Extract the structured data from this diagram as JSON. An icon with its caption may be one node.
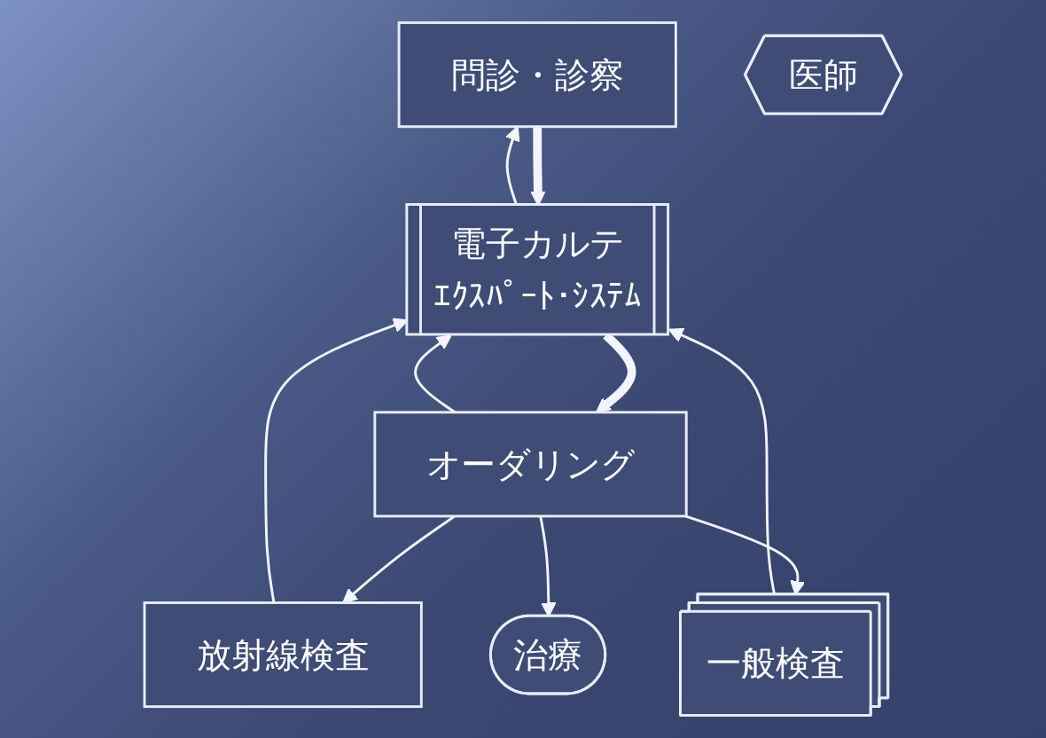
{
  "diagram": {
    "nodes": [
      {
        "text": [
          "問診・診察"
        ]
      },
      {
        "text": [
          "電子カルテ",
          "ｴｸｽﾊﾟｰﾄ･ｼｽﾃﾑ"
        ]
      },
      {
        "text": [
          "医師"
        ]
      },
      {
        "text": [
          "オーダリング"
        ]
      },
      {
        "text": [
          "一般検査"
        ]
      },
      {
        "text": [
          "放射線検査"
        ]
      },
      {
        "text": [
          "治療"
        ]
      }
    ],
    "edges": [
      {
        "from": 1,
        "to": 0,
        "arrow": "to"
      },
      {
        "from": 0,
        "to": 1,
        "arrow": "to",
        "style": "thick"
      },
      {
        "from": 3,
        "to": 1,
        "arrow": "to"
      },
      {
        "from": 1,
        "to": 3,
        "arrow": "to",
        "style": "thick"
      },
      {
        "from": 5,
        "to": 1,
        "arrow": "to"
      },
      {
        "from": 4,
        "to": 1,
        "arrow": "to"
      },
      {
        "from": 3,
        "to": 5,
        "arrow": "to"
      },
      {
        "from": 3,
        "to": 4,
        "arrow": "to"
      },
      {
        "from": 3,
        "to": 6,
        "arrow": "to"
      }
    ]
  }
}
